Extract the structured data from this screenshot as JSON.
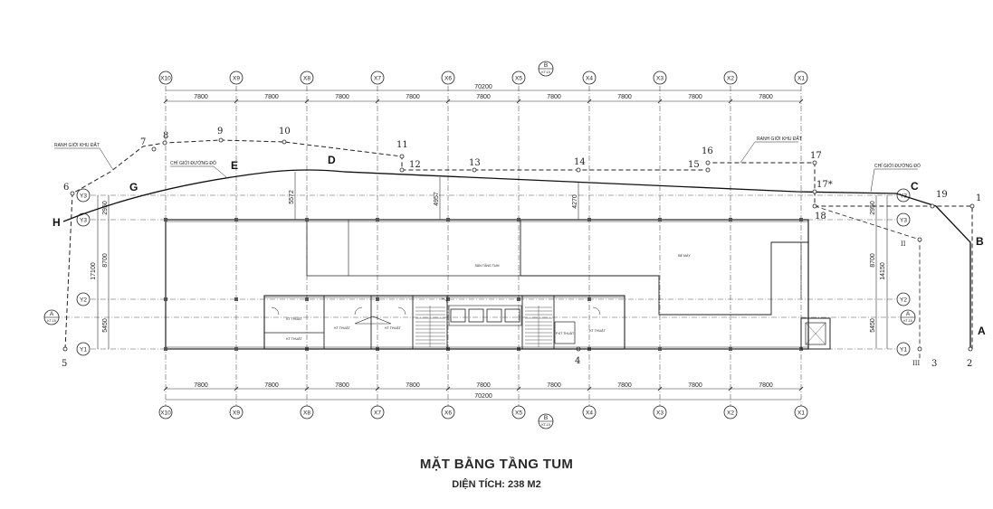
{
  "title": "MẶT BẰNG TẦNG TUM",
  "subtitle": "DIỆN TÍCH: 238 M2",
  "grid": {
    "columns": [
      "X10",
      "X9",
      "X8",
      "X7",
      "X6",
      "X5",
      "X4",
      "X3",
      "X2",
      "X1"
    ],
    "rows": [
      "Y3",
      "Y2",
      "Y1"
    ],
    "column_spacings": [
      "7800",
      "7800",
      "7800",
      "7800",
      "7800",
      "7800",
      "7800",
      "7800",
      "7800"
    ],
    "total_length": "70200",
    "left_dimensions": [
      "17100",
      "2950",
      "8700",
      "5450"
    ],
    "right_dimensions": [
      "14150",
      "2950",
      "8700",
      "5450"
    ],
    "inner_dimensions": [
      "5572",
      "4957",
      "4270"
    ],
    "section_marks": [
      {
        "letter": "B",
        "sheet": "KT-15"
      },
      {
        "letter": "B",
        "sheet": "KT-15"
      },
      {
        "letter": "A",
        "sheet": "KT-15"
      },
      {
        "letter": "A",
        "sheet": "KT-15"
      }
    ]
  },
  "boundary_points": [
    "1",
    "2",
    "3",
    "4",
    "5",
    "6",
    "7",
    "8",
    "9",
    "10",
    "11",
    "12",
    "13",
    "14",
    "15",
    "16",
    "17",
    "17*",
    "18",
    "19",
    "II",
    "III"
  ],
  "road_points": [
    "A",
    "B",
    "C",
    "D",
    "E",
    "G",
    "H"
  ],
  "notes": {
    "boundary_left": "RANH GIỚI KHU ĐẤT",
    "boundary_right": "RANH GIỚI KHU ĐẤT",
    "road_left": "CHỈ GIỚI ĐƯỜNG ĐỎ",
    "road_right": "CHỈ GIỚI ĐƯỜNG ĐỎ"
  },
  "rooms": {
    "roof_deck": "SÂN TẦNG TUM",
    "roof_hatch": "BỂ MÁY",
    "technical_rooms": [
      "KT THUẬT",
      "KT THUẬT",
      "KT THUẬT",
      "KT THUẬT",
      "KT THUẬT"
    ],
    "small_room": "P.KT THUẬT"
  }
}
